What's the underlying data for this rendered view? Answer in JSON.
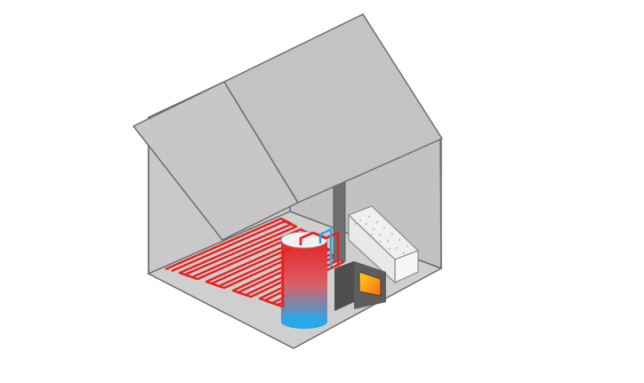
{
  "diagram": {
    "colors": {
      "background": "#ffffff",
      "wall": "#c9c9c9",
      "wall_dark": "#bdbdbd",
      "outline": "#6d6d6d",
      "roof": "#c4c4c4",
      "chimney": "#6f6f6f",
      "stove": "#5d5d5d",
      "fire_hot": "#ffd21a",
      "fire_warm": "#ff7a10",
      "pipe_hot": "#e8201e",
      "pipe_cold": "#2aa7e6",
      "pellet_box": "#f3f3f3"
    },
    "components": [
      {
        "name": "house",
        "icon": "house-cutaway"
      },
      {
        "name": "chimney-flue",
        "icon": "flue-pipe"
      },
      {
        "name": "accumulator-tank",
        "icon": "hot-water-tank"
      },
      {
        "name": "wood-stove",
        "icon": "stove-with-fire"
      },
      {
        "name": "pellet-storage",
        "icon": "pellet-bin"
      },
      {
        "name": "underfloor-heating",
        "icon": "floor-heating-loop"
      }
    ]
  }
}
